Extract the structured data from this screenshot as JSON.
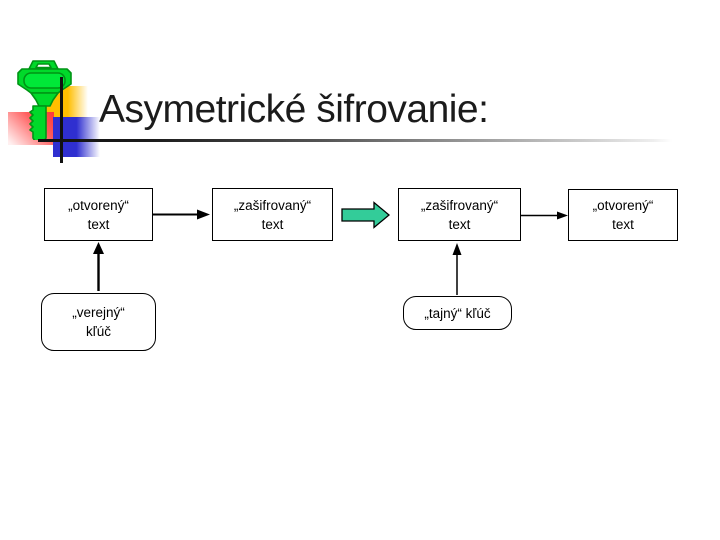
{
  "title": {
    "text": "Asymetrické šifrovanie:"
  },
  "logo": {
    "icon": "key-icon",
    "colors": {
      "key_fill": "#00d92a",
      "key_outline": "#009415",
      "square_yellow": "#ffbe00",
      "square_red": "#ff3838",
      "square_blue": "#2f2fd0"
    }
  },
  "diagram": {
    "plaintext_left": {
      "line1": "„otvorený“",
      "line2": "text"
    },
    "ciphertext_left": {
      "line1": "„zašifrovaný“",
      "line2": "text"
    },
    "ciphertext_right": {
      "line1": "„zašifrovaný“",
      "line2": "text"
    },
    "plaintext_right": {
      "line1": "„otvorený“",
      "line2": "text"
    },
    "public_key": {
      "line1": "„verejný“",
      "line2": "kľúč"
    },
    "secret_key": {
      "label": "„tajný“ kľúč"
    },
    "block_arrow_color": "#33cc99",
    "line_color": "#000000"
  }
}
